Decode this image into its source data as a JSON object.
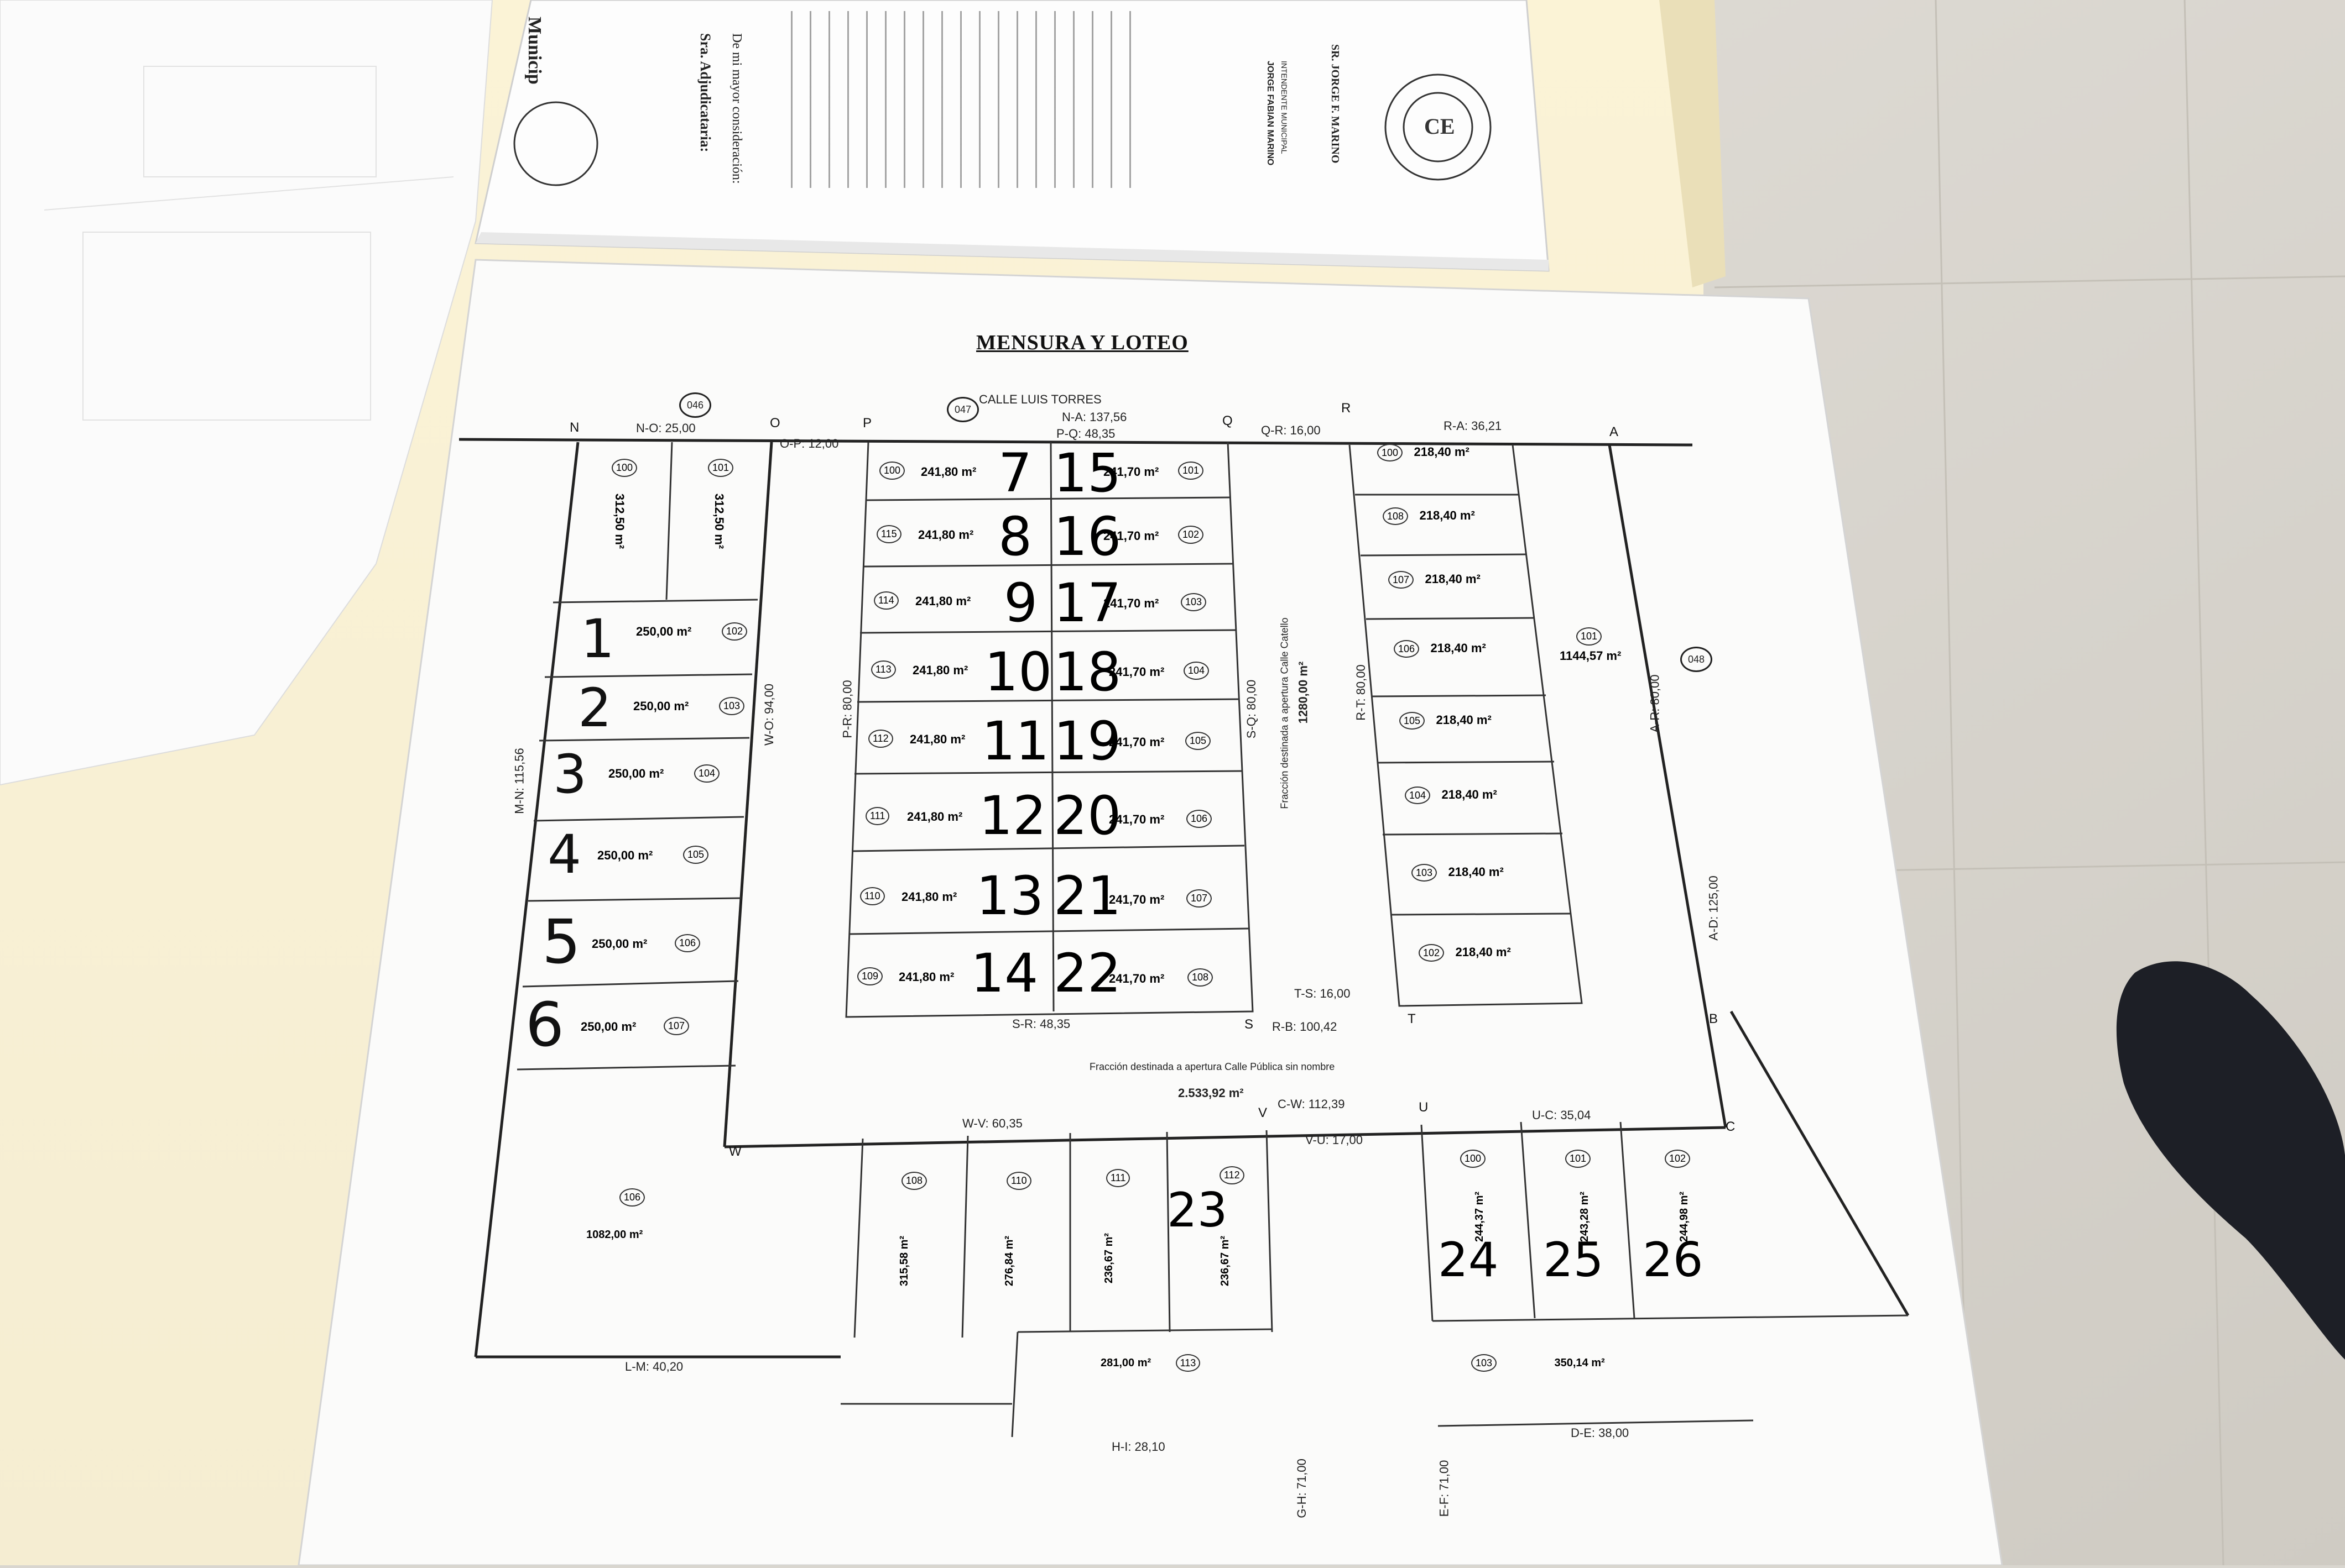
{
  "plan": {
    "title": "MENSURA Y LOTEO",
    "street": "CALLE LUIS TORRES",
    "street_ref": "047",
    "top_ref": "046",
    "right_ref": "048",
    "top_measures": [
      "N-O: 25,00",
      "O-P: 12,00",
      "P-Q: 48,35",
      "N-A: 137,56",
      "Q-R: 16,00",
      "R-A: 36,21"
    ],
    "corners": [
      "N",
      "O",
      "P",
      "Q",
      "R",
      "A",
      "B",
      "C",
      "S",
      "T",
      "U",
      "V",
      "W"
    ],
    "left_column": [
      {
        "num": "1",
        "area": "250,00 m²",
        "ref": "102"
      },
      {
        "num": "2",
        "area": "250,00 m²",
        "ref": "103"
      },
      {
        "num": "3",
        "area": "250,00 m²",
        "ref": "104"
      },
      {
        "num": "4",
        "area": "250,00 m²",
        "ref": "105"
      },
      {
        "num": "5",
        "area": "250,00 m²",
        "ref": "106"
      },
      {
        "num": "6",
        "area": "250,00 m²",
        "ref": "107"
      }
    ],
    "top_left_lots": [
      {
        "ref": "100",
        "area": "312,50 m²"
      },
      {
        "ref": "101",
        "area": "312,50 m²"
      }
    ],
    "middle_left": [
      {
        "num": "7",
        "ref": "100",
        "area": "241,80 m²"
      },
      {
        "num": "8",
        "ref": "115",
        "area": "241,80 m²"
      },
      {
        "num": "9",
        "ref": "114",
        "area": "241,80 m²"
      },
      {
        "num": "10",
        "ref": "113",
        "area": "241,80 m²"
      },
      {
        "num": "11",
        "ref": "112",
        "area": "241,80 m²"
      },
      {
        "num": "12",
        "ref": "111",
        "area": "241,80 m²"
      },
      {
        "num": "13",
        "ref": "110",
        "area": "241,80 m²"
      },
      {
        "num": "14",
        "ref": "109",
        "area": "241,80 m²"
      }
    ],
    "middle_right": [
      {
        "num": "15",
        "ref": "101",
        "area": "241,70 m²"
      },
      {
        "num": "16",
        "ref": "102",
        "area": "241,70 m²"
      },
      {
        "num": "17",
        "ref": "103",
        "area": "241,70 m²"
      },
      {
        "num": "18",
        "ref": "104",
        "area": "241,70 m²"
      },
      {
        "num": "19",
        "ref": "105",
        "area": "241,70 m²"
      },
      {
        "num": "20",
        "ref": "106",
        "area": "241,70 m²"
      },
      {
        "num": "21",
        "ref": "107",
        "area": "241,70 m²"
      },
      {
        "num": "22",
        "ref": "108",
        "area": "241,70 m²"
      }
    ],
    "right_column": [
      {
        "ref": "100",
        "area": "218,40 m²"
      },
      {
        "ref": "108",
        "area": "218,40 m²"
      },
      {
        "ref": "107",
        "area": "218,40 m²"
      },
      {
        "ref": "106",
        "area": "218,40 m²"
      },
      {
        "ref": "105",
        "area": "218,40 m²"
      },
      {
        "ref": "104",
        "area": "218,40 m²"
      },
      {
        "ref": "103",
        "area": "218,40 m²"
      },
      {
        "ref": "102",
        "area": "218,40 m²"
      }
    ],
    "big_lot": {
      "ref": "101",
      "area": "1144,57 m²"
    },
    "fraction_text": "Fracción destinada a apertura Calle Catello",
    "fraction_area": "1280,00 m²",
    "street_fraction": "Fracción destinada a apertura Calle Pública sin nombre",
    "street_fraction_area": "2.533,92 m²",
    "bottom_measures": [
      "S-R: 48,35",
      "R-B: 100,42",
      "T-S: 16,00",
      "C-W: 112,39",
      "W-V: 60,35",
      "V-U: 17,00",
      "U-C: 35,04",
      "M-N: 115,56",
      "W-O: 94,00",
      "P-R: 80,00",
      "S-Q: 80,00",
      "R-T: 80,00",
      "A-R: 80,00",
      "A-D: 125,00"
    ],
    "bottom_lots": [
      {
        "num": "23",
        "ref": "112",
        "area": "236,67 m²"
      },
      {
        "num": "24",
        "ref": "100",
        "area": "244,37 m²"
      },
      {
        "num": "25",
        "ref": "101",
        "area": "243,28 m²"
      },
      {
        "num": "26",
        "ref": "102",
        "area": "244,98 m²"
      }
    ],
    "bottom_other": [
      {
        "ref": "108",
        "area": "315,58 m²"
      },
      {
        "ref": "110",
        "area": "276,84 m²"
      },
      {
        "ref": "111",
        "area": "236,67 m²"
      },
      {
        "ref": "113",
        "area": "281,00 m²"
      },
      {
        "ref": "103",
        "area": "350,14 m²"
      },
      {
        "ref": "106",
        "area": "1082,00 m²"
      }
    ],
    "bottom_edge": [
      "L-M: 40,20",
      "H-I: 28,10",
      "D-E: 38,00",
      "G-H: 71,00",
      "E-F: 71,00"
    ]
  },
  "letter": {
    "heading": "Municip",
    "salutation": "Sra. Adjudicataria:",
    "line1": "De mi mayor consideración:",
    "signer1": "JORGE FABIAN MARINO",
    "signer1_role": "INTENDENTE MUNICIPAL",
    "signer2": "SR. JORGE F. MARINO",
    "seal": "CE"
  }
}
